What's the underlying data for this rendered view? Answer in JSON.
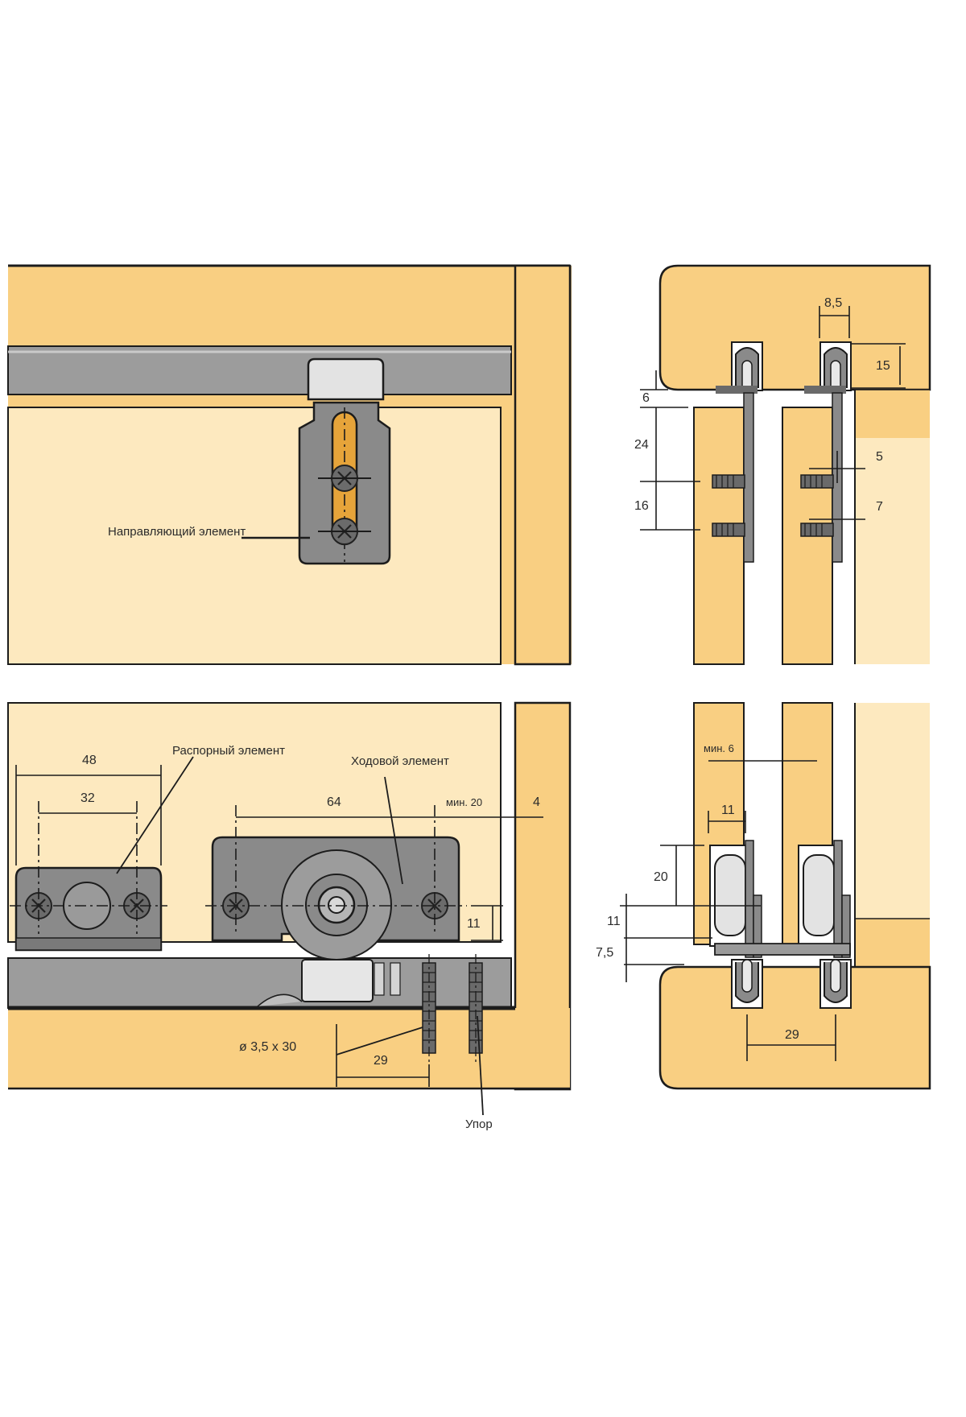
{
  "labels": {
    "guide_element": "Направляющий элемент",
    "spacer_element": "Распорный элемент",
    "running_element": "Ходовой элемент",
    "screw": "ø 3,5 x 30",
    "stop": "Упор"
  },
  "dimensions": {
    "d48": "48",
    "d32": "32",
    "d64": "64",
    "min20": "мин. 20",
    "d4": "4",
    "d11_front": "11",
    "d29_front": "29",
    "d8_5": "8,5",
    "d15": "15",
    "d6": "6",
    "d24": "24",
    "d16": "16",
    "d5": "5",
    "d7": "7",
    "min6": "мин. 6",
    "d11_side_top": "11",
    "d20": "20",
    "d11_side": "11",
    "d7_5": "7,5",
    "d29_side": "29"
  },
  "colors": {
    "wood": "#f9cf82",
    "wood_light": "#fde9bf",
    "rail": "#9a9a9a",
    "metal": "#7d7d7d",
    "metal_dark": "#5e5e5e",
    "outline": "#1c1c1c"
  }
}
